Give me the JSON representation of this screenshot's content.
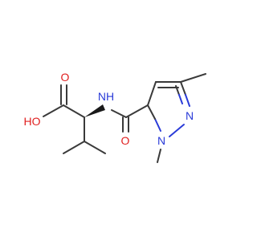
{
  "atoms": {
    "carboxyl_oxygen_double": {
      "label": "O",
      "color": "#e02020"
    },
    "hydroxyl": {
      "label": "HO",
      "color": "#e02020"
    },
    "amide_nitrogen": {
      "label": "NH",
      "color": "#2a3bd8"
    },
    "amide_oxygen": {
      "label": "O",
      "color": "#e02020"
    },
    "pyrazole_n1": {
      "label": "N",
      "color": "#2a3bd8"
    },
    "pyrazole_n2": {
      "label": "N",
      "color": "#2a3bd8"
    }
  }
}
